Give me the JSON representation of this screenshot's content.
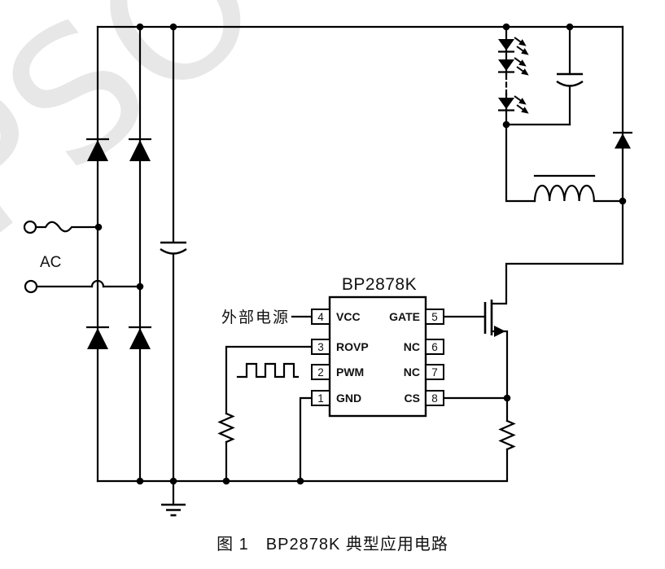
{
  "figure": {
    "caption": "图 1　BP2878K 典型应用电路",
    "watermark_text": "PSO"
  },
  "ic": {
    "title": "BP2878K",
    "left_pins": [
      {
        "num": "4",
        "label": "VCC"
      },
      {
        "num": "3",
        "label": "ROVP"
      },
      {
        "num": "2",
        "label": "PWM"
      },
      {
        "num": "1",
        "label": "GND"
      }
    ],
    "right_pins": [
      {
        "num": "5",
        "label": "GATE"
      },
      {
        "num": "6",
        "label": "NC"
      },
      {
        "num": "7",
        "label": "NC"
      },
      {
        "num": "8",
        "label": "CS"
      }
    ]
  },
  "labels": {
    "ac_input": "AC",
    "external_power": "外部电源"
  },
  "colors": {
    "line": "#000000",
    "text": "#111111",
    "watermark": "#e7e7e7",
    "background": "#ffffff"
  }
}
